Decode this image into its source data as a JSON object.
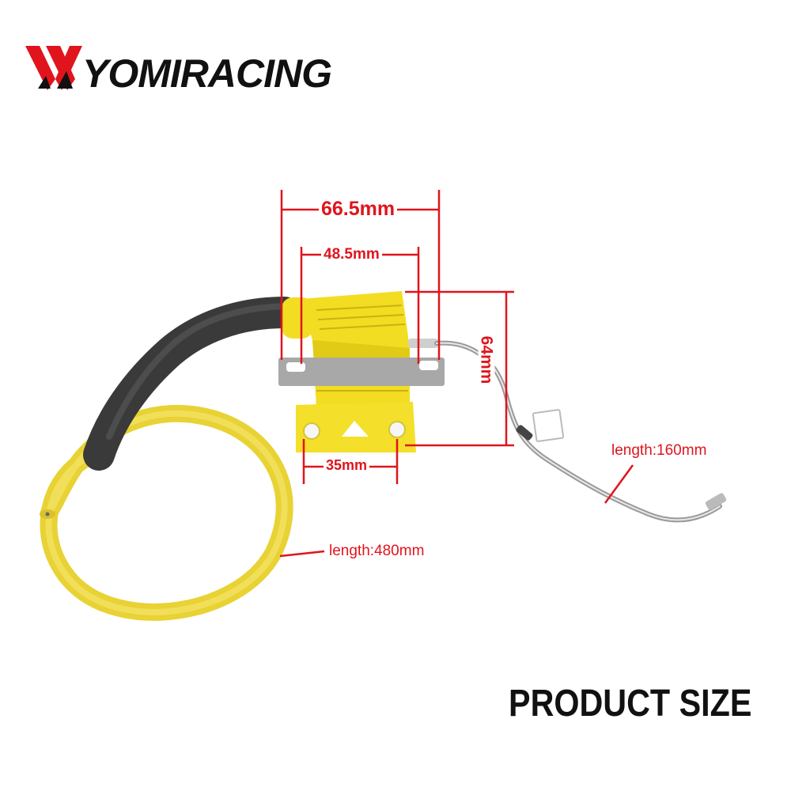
{
  "brand": {
    "name": "YOMIRACING",
    "logo_icon": "yomiracing-w-logo-icon",
    "accent_color": "#e0141c"
  },
  "dimensions": {
    "width_outer": "66.5mm",
    "width_inner": "48.5mm",
    "mount_spacing": "35mm",
    "height": "64mm",
    "wire_length": "length:160mm",
    "cable_length": "length:480mm"
  },
  "footer": {
    "caption": "PRODUCT SIZE"
  },
  "product": {
    "icon": "ignition-coil-icon",
    "body_color": "#f2dd22",
    "cable_color": "#f0dc3c",
    "boot_color": "#3a3a3a"
  }
}
